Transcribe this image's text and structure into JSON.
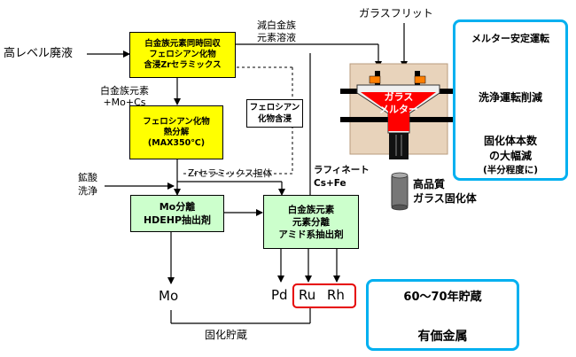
{
  "feed_label": "高レベル廃液",
  "box1": {
    "line1": "白金族元素同時回収",
    "line2": "フェロシアン化物",
    "line3": "含浸Zrセラミックス"
  },
  "pgm_mo_cs_label": {
    "line1": "白金族元素",
    "line2": "+Mo+Cs"
  },
  "box2": {
    "line1": "フェロシアン化物",
    "line2": "熱分解",
    "line3": "(MAX350℃)"
  },
  "ferrocyanide_impregnation": {
    "line1": "フェロシアン",
    "line2": "化物含浸"
  },
  "zr_support_label": "Zrセラミックス担体",
  "acid_wash_label": {
    "line1": "鉱酸",
    "line2": "洗浄"
  },
  "box3": {
    "line1": "Mo分離",
    "line2": "HDEHP抽出剤"
  },
  "box4": {
    "line1": "白金族元素",
    "line2": "元素分離",
    "line3": "アミド系抽出剤"
  },
  "reduced_pgm_solution": {
    "line1": "減白金族",
    "line2": "元素溶液"
  },
  "raffinate_label": {
    "line1": "ラフィネート",
    "line2": "Cs+Fe"
  },
  "glass_frit_label": "ガラスフリット",
  "melter_label": {
    "line1": "ガラス",
    "line2": "メルター"
  },
  "glass_product_label": {
    "line1": "高品質",
    "line2": "ガラス固化体"
  },
  "outputs": {
    "mo": "Mo",
    "pd": "Pd",
    "ru": "Ru",
    "rh": "Rh"
  },
  "solidification_storage": "固化貯蔵",
  "right_panel": {
    "top": "メルター安定運転",
    "middle": "洗浄運転削減",
    "bottom1": "固化体本数",
    "bottom2": "の大幅減",
    "bottom3": "(半分程度に)"
  },
  "bottom_panel": {
    "top": "60〜70年貯蔵",
    "bottom": "有価金属"
  },
  "colors": {
    "box_yellow": "#ffff00",
    "box_green": "#ccffcc",
    "arrow_magenta": "#ff1a8c",
    "panel_border": "#00b0f0",
    "highlight_red": "#e60000"
  }
}
